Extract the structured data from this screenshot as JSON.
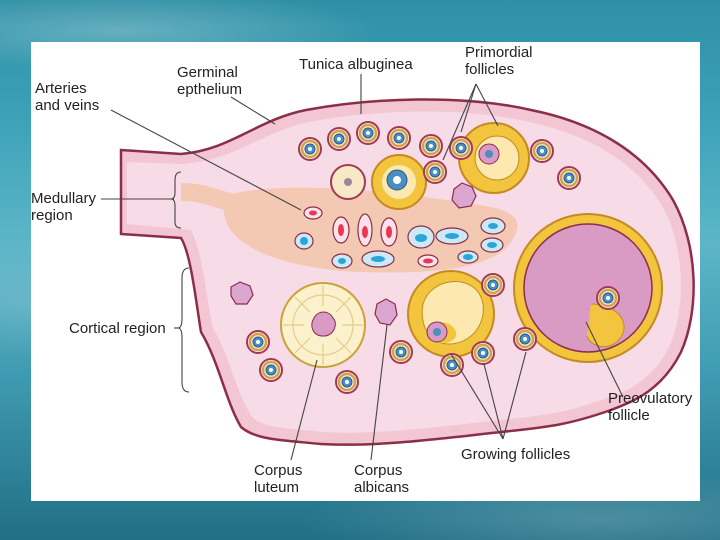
{
  "labels": {
    "germinal": [
      "Germinal",
      "epthelium"
    ],
    "tunica": "Tunica albuginea",
    "primordial": [
      "Primordial",
      "follicles"
    ],
    "arteries": [
      "Arteries",
      "and veins"
    ],
    "medullary": [
      "Medullary",
      "region"
    ],
    "cortical": "Cortical region",
    "preovulatory": [
      "Preovulatory",
      "follicle"
    ],
    "growing": "Growing follicles",
    "luteum": [
      "Corpus",
      "luteum"
    ],
    "albicans": [
      "Corpus",
      "albicans"
    ]
  },
  "colors": {
    "cortex": "#f7dbe6",
    "tunica": "#f3c6d4",
    "medulla": "#f4c9b3",
    "outline": "#8b2e4a",
    "follicle_yellow": "#f3c43e",
    "antrum": "#fce9b0",
    "oocyte_pink": "#d99bc3",
    "vessel_red": "#e8384f",
    "vessel_blue": "#2ba4d8"
  }
}
